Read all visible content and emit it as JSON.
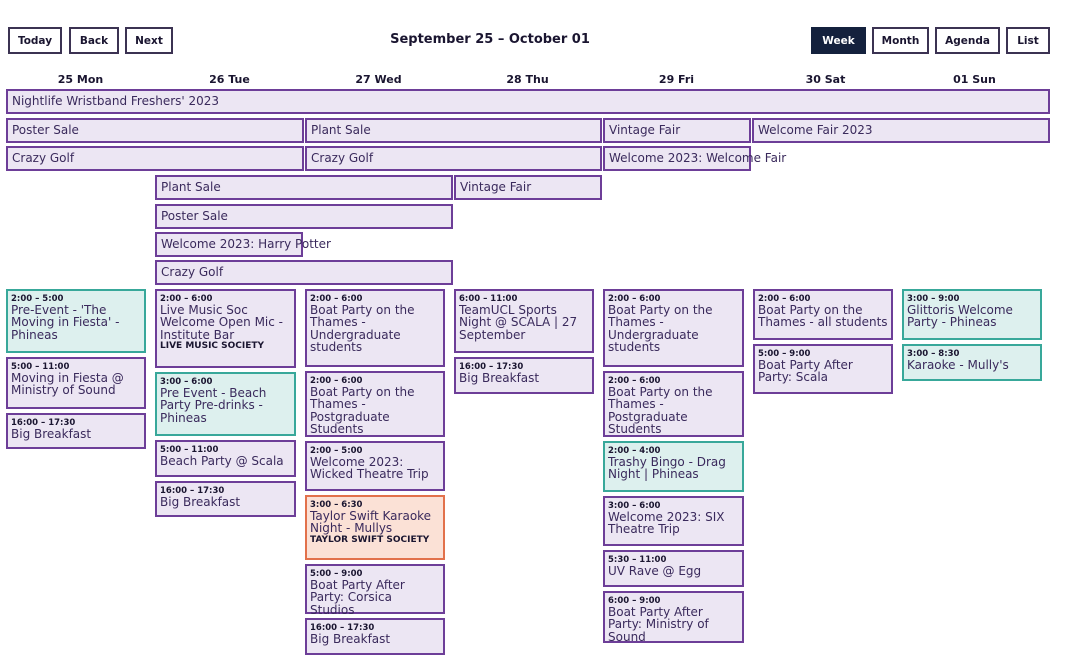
{
  "toolbar": {
    "today": "Today",
    "back": "Back",
    "next": "Next",
    "range": "September 25 – October 01",
    "views": [
      "Week",
      "Month",
      "Agenda",
      "List"
    ],
    "active_view": "Week"
  },
  "days": [
    "25 Mon",
    "26 Tue",
    "27 Wed",
    "28 Thu",
    "29 Fri",
    "30 Sat",
    "01 Sun"
  ],
  "allday": [
    "Nightlife Wristband Freshers' 2023",
    "Poster Sale",
    "Plant Sale",
    "Vintage Fair",
    "Welcome Fair 2023",
    "Crazy Golf",
    "Crazy Golf",
    "Welcome 2023: Welcome Fair",
    "Plant Sale",
    "Vintage Fair",
    "Poster Sale",
    "Welcome 2023: Harry Potter",
    "Crazy Golf"
  ],
  "events": {
    "mon": [
      {
        "time": "2:00 – 5:00",
        "name": "Pre-Event - 'The Moving in Fiesta' - Phineas"
      },
      {
        "time": "5:00 – 11:00",
        "name": "Moving in Fiesta @ Ministry of Sound"
      },
      {
        "time": "16:00 – 17:30",
        "name": "Big Breakfast"
      }
    ],
    "tue": [
      {
        "time": "2:00 – 6:00",
        "name": "Live Music Soc Welcome Open Mic - Institute Bar",
        "society": "LIVE MUSIC SOCIETY"
      },
      {
        "time": "3:00 – 6:00",
        "name": "Pre Event - Beach Party Pre-drinks - Phineas"
      },
      {
        "time": "5:00 – 11:00",
        "name": "Beach Party @ Scala"
      },
      {
        "time": "16:00 – 17:30",
        "name": "Big Breakfast"
      }
    ],
    "wed": [
      {
        "time": "2:00 – 6:00",
        "name": "Boat Party on the Thames - Undergraduate students"
      },
      {
        "time": "2:00 – 6:00",
        "name": "Boat Party on the Thames - Postgraduate Students"
      },
      {
        "time": "2:00 – 5:00",
        "name": "Welcome 2023: Wicked Theatre Trip"
      },
      {
        "time": "3:00 – 6:30",
        "name": "Taylor Swift Karaoke Night - Mullys",
        "society": "TAYLOR SWIFT SOCIETY"
      },
      {
        "time": "5:00 – 9:00",
        "name": "Boat Party After Party: Corsica Studios"
      },
      {
        "time": "16:00 – 17:30",
        "name": "Big Breakfast"
      }
    ],
    "thu": [
      {
        "time": "6:00 – 11:00",
        "name": "TeamUCL Sports Night @ SCALA | 27 September"
      },
      {
        "time": "16:00 – 17:30",
        "name": "Big Breakfast"
      }
    ],
    "fri": [
      {
        "time": "2:00 – 6:00",
        "name": "Boat Party on the Thames - Undergraduate students"
      },
      {
        "time": "2:00 – 6:00",
        "name": "Boat Party on the Thames - Postgraduate Students"
      },
      {
        "time": "2:00 – 4:00",
        "name": "Trashy Bingo - Drag Night | Phineas"
      },
      {
        "time": "3:00 – 6:00",
        "name": "Welcome 2023: SIX Theatre Trip"
      },
      {
        "time": "5:30 – 11:00",
        "name": "UV Rave @ Egg"
      },
      {
        "time": "6:00 – 9:00",
        "name": "Boat Party After Party: Ministry of Sound"
      }
    ],
    "sat": [
      {
        "time": "2:00 – 6:00",
        "name": "Boat Party on the Thames - all students"
      },
      {
        "time": "5:00 – 9:00",
        "name": "Boat Party After Party: Scala"
      }
    ],
    "sun": [
      {
        "time": "3:00 – 9:00",
        "name": "Glittoris Welcome Party - Phineas"
      },
      {
        "time": "3:00 – 8:30",
        "name": "Karaoke - Mully's"
      }
    ]
  }
}
